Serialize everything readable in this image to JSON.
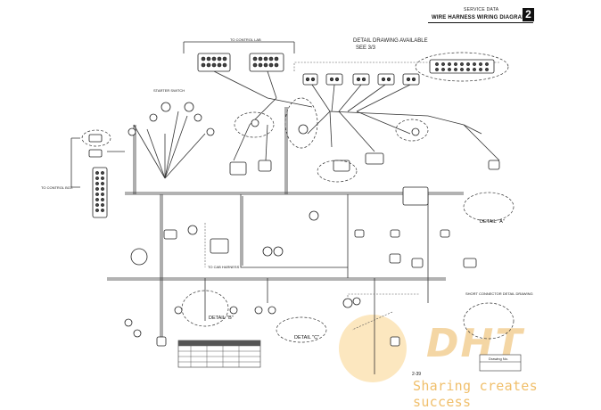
{
  "header": {
    "section_label": "SERVICE DATA",
    "title": "WIRE HARNESS WIRING DIAGRAM",
    "section_number": "2"
  },
  "labels": {
    "to_control_lab": "TO CONTROL LAB",
    "starter_switch": "STARTER SWITCH",
    "to_control_box": "TO CONTROL BOX",
    "to_cab_harness": "TO CAB HARNESS",
    "detail_available": "DETAIL DRAWING AVAILABLE",
    "see": "SEE 3/3",
    "detail_a": "DETAIL \"A\"",
    "detail_b": "DETAIL \"B\"",
    "detail_c": "DETAIL \"C\"",
    "short_connector": "SHORT CONNECTOR DETAIL DRAWING",
    "drawing_no": "Drawing No.",
    "page_number": "2-39"
  },
  "watermark": {
    "letters": "DHT",
    "tagline": "Sharing creates success"
  },
  "colors": {
    "wire": "#333333",
    "watermark_text": "#f0bf6b",
    "watermark_fill": "#fbe3b4"
  }
}
